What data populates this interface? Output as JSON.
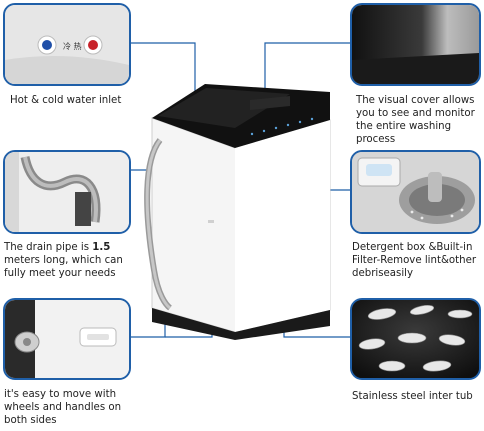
{
  "captions": {
    "hot_cold_inlet": "Hot & cold water inlet",
    "visual_cover": "The visual cover allows you to see and monitor the entire washing process",
    "drain_pipe_pre": "The drain pipe is ",
    "drain_pipe_len": "1.5",
    "drain_pipe_post": " meters long, which can fully meet your needs",
    "detergent_box": "Detergent box &Built-in Filter-Remove lint&other debriseasily",
    "wheels": "it's easy to move with wheels and handles on both sides",
    "steel_tub": "Stainless steel inter tub"
  },
  "inlet_label": "冷 热",
  "colors": {
    "accent": "#1f5fa8",
    "hot": "#c8222a",
    "cold": "#1f4fa8",
    "panel": "#111111"
  }
}
